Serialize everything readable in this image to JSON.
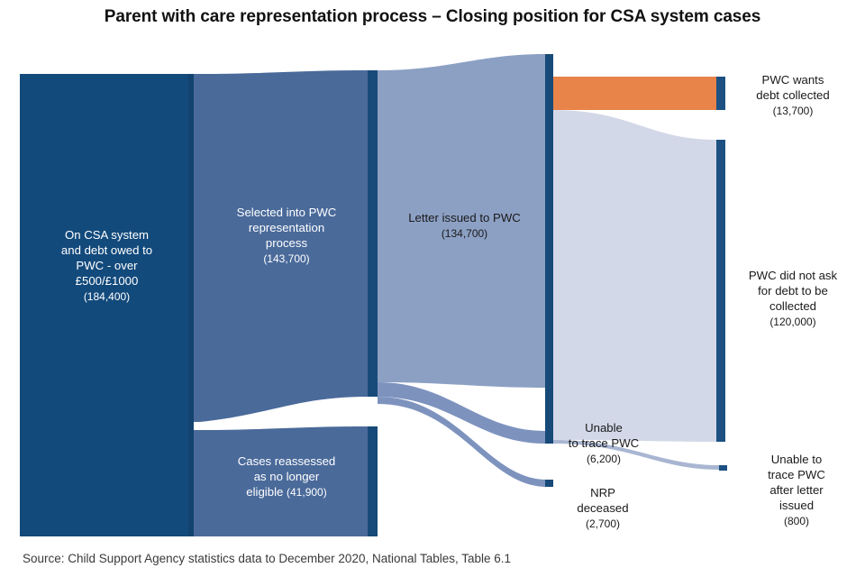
{
  "title": "Parent with care representation process – Closing position for CSA system cases",
  "source": "Source: Child Support Agency statistics data to December 2020, National Tables, Table 6.1",
  "colors": {
    "node_dark": "#134A7C",
    "flow_dark": "#134A7C",
    "flow_mid": "#4A6A9A",
    "flow_light": "#8CA0C4",
    "flow_pale": "#D3D8E8",
    "accent_orange": "#E8834A",
    "label_light": "#FFFFFF",
    "label_dark": "#1A1A1A",
    "background": "#FFFFFF"
  },
  "labels": {
    "on_csa_system": {
      "line1": "On CSA system",
      "line2": "and debt owed to",
      "line3": "PWC - over",
      "line4": "£500/£1000",
      "value": "(184,400)"
    },
    "selected_into_pwc": {
      "line1": "Selected into PWC",
      "line2": "representation",
      "line3": "process",
      "value": "(143,700)"
    },
    "cases_reassessed": {
      "line1": "Cases reassessed",
      "line2": "as no longer",
      "line3": "eligible",
      "value": "(41,900)"
    },
    "letter_issued": {
      "line1": "Letter issued to PWC",
      "value": "(134,700)"
    },
    "unable_to_trace_pwc": {
      "line1": "Unable",
      "line2": "to trace PWC",
      "value": "(6,200)"
    },
    "nrp_deceased": {
      "line1": "NRP",
      "line2": "deceased",
      "value": "(2,700)"
    },
    "pwc_wants_debt_collected": {
      "line1": "PWC wants",
      "line2": "debt collected",
      "value": "(13,700)"
    },
    "pwc_did_not_ask": {
      "line1": "PWC did not ask",
      "line2": "for debt to be",
      "line3": "collected",
      "value": "(120,000)"
    },
    "unable_to_trace_after_letter": {
      "line1": "Unable to",
      "line2": "trace PWC",
      "line3": "after letter",
      "line4": "issued",
      "value": "(800)"
    }
  },
  "chart_data": {
    "type": "sankey",
    "title": "Parent with care representation process – Closing position for CSA system cases",
    "source": "Source: Child Support Agency statistics data to December 2020, National Tables, Table 6.1",
    "units": "cases",
    "nodes": [
      {
        "id": "on_csa_system",
        "label": "On CSA system and debt owed to PWC - over £500/£1000",
        "value": 184400,
        "column": 0,
        "color": "#134A7C"
      },
      {
        "id": "selected_into_pwc",
        "label": "Selected into PWC representation process",
        "value": 143700,
        "column": 1,
        "color": "#4A6A9A"
      },
      {
        "id": "cases_reassessed",
        "label": "Cases reassessed as no longer eligible",
        "value": 41900,
        "column": 1,
        "color": "#4A6A9A"
      },
      {
        "id": "letter_issued",
        "label": "Letter issued to PWC",
        "value": 134700,
        "column": 2,
        "color": "#8CA0C4"
      },
      {
        "id": "unable_to_trace_pwc",
        "label": "Unable to trace PWC",
        "value": 6200,
        "column": 2,
        "color": "#8CA0C4"
      },
      {
        "id": "nrp_deceased",
        "label": "NRP deceased",
        "value": 2700,
        "column": 2,
        "color": "#8CA0C4"
      },
      {
        "id": "pwc_wants_debt_collected",
        "label": "PWC wants debt collected",
        "value": 13700,
        "column": 3,
        "color": "#E8834A"
      },
      {
        "id": "pwc_did_not_ask",
        "label": "PWC did not ask for debt to be collected",
        "value": 120000,
        "column": 3,
        "color": "#D3D8E8"
      },
      {
        "id": "unable_to_trace_after_letter",
        "label": "Unable to trace PWC after letter issued",
        "value": 800,
        "column": 3,
        "color": "#D3D8E8"
      }
    ],
    "links": [
      {
        "source": "on_csa_system",
        "target": "selected_into_pwc",
        "value": 143700
      },
      {
        "source": "on_csa_system",
        "target": "cases_reassessed",
        "value": 41900
      },
      {
        "source": "selected_into_pwc",
        "target": "letter_issued",
        "value": 134700
      },
      {
        "source": "selected_into_pwc",
        "target": "unable_to_trace_pwc",
        "value": 6200
      },
      {
        "source": "selected_into_pwc",
        "target": "nrp_deceased",
        "value": 2700
      },
      {
        "source": "letter_issued",
        "target": "pwc_wants_debt_collected",
        "value": 13700
      },
      {
        "source": "letter_issued",
        "target": "pwc_did_not_ask",
        "value": 120000
      },
      {
        "source": "letter_issued",
        "target": "unable_to_trace_after_letter",
        "value": 800
      }
    ]
  }
}
